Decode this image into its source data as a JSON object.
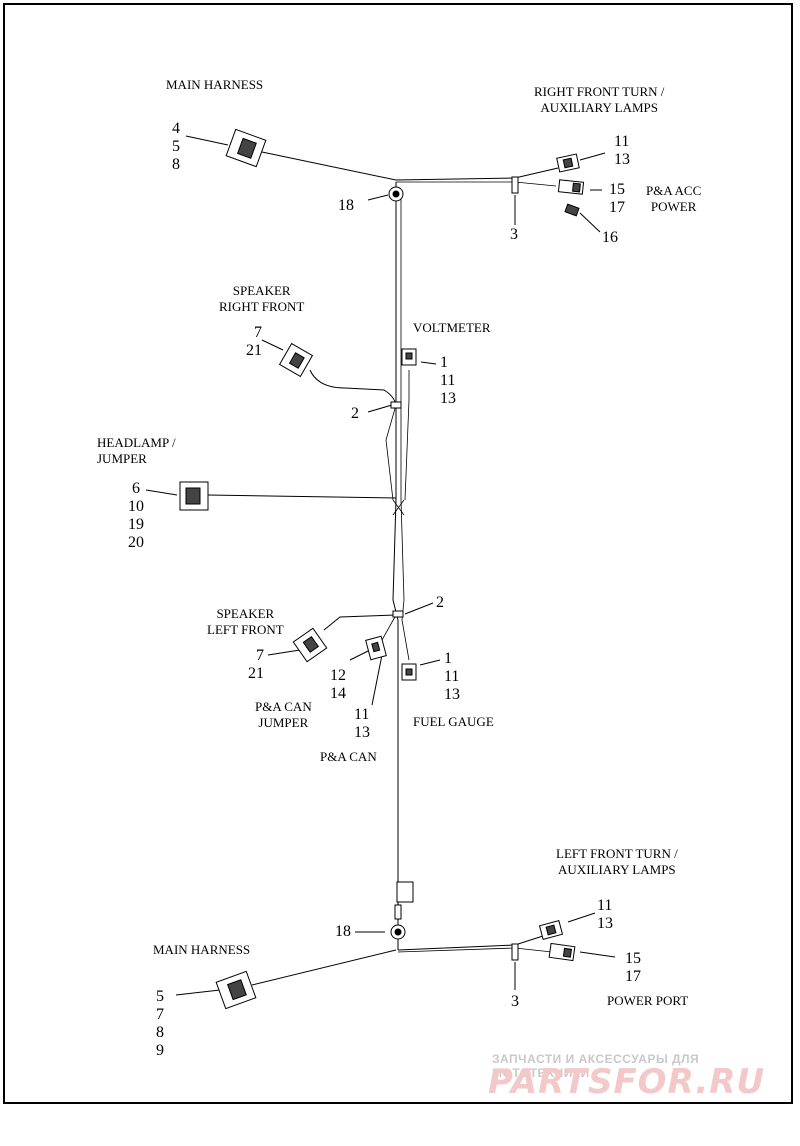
{
  "labels": {
    "main_harness_top": "MAIN HARNESS",
    "right_front_turn": "RIGHT FRONT TURN /\nAUXILIARY LAMPS",
    "pa_acc_power": "P&A ACC\nPOWER",
    "speaker_right_front": "SPEAKER\nRIGHT FRONT",
    "voltmeter": "VOLTMETER",
    "headlamp_jumper": "HEADLAMP /\nJUMPER",
    "speaker_left_front": "SPEAKER\nLEFT FRONT",
    "pa_can_jumper": "P&A CAN\nJUMPER",
    "pa_can": "P&A CAN",
    "fuel_gauge": "FUEL GAUGE",
    "left_front_turn": "LEFT FRONT TURN /\nAUXILIARY LAMPS",
    "main_harness_bottom": "MAIN HARNESS",
    "power_port": "POWER PORT"
  },
  "callouts": {
    "main_harness_top": "4\n5\n8",
    "rft_11_13": "11\n13",
    "rft_15_17": "15\n17",
    "acc_16": "16",
    "clip_18_top": "18",
    "clip_3_top": "3",
    "speaker_rf": "7\n21",
    "voltmeter": "1\n11\n13",
    "clip_2_top": "2",
    "headlamp": "6\n10\n19\n20",
    "clip_2_mid": "2",
    "speaker_lf": "7\n21",
    "pa_can_jumper": "12\n14",
    "pa_can": "11\n13",
    "fuel_gauge": "1\n11\n13",
    "clip_18_bottom": "18",
    "lft_11_13": "11\n13",
    "lft_15_17": "15\n17",
    "clip_3_bottom": "3",
    "main_harness_bottom": "5\n7\n8\n9"
  },
  "watermark": {
    "tagline": "ЗАПЧАСТИ И АКСЕССУАРЫ ДЛЯ МОТОТЕХНИКИ",
    "logo": "PARTSFOR.RU"
  }
}
